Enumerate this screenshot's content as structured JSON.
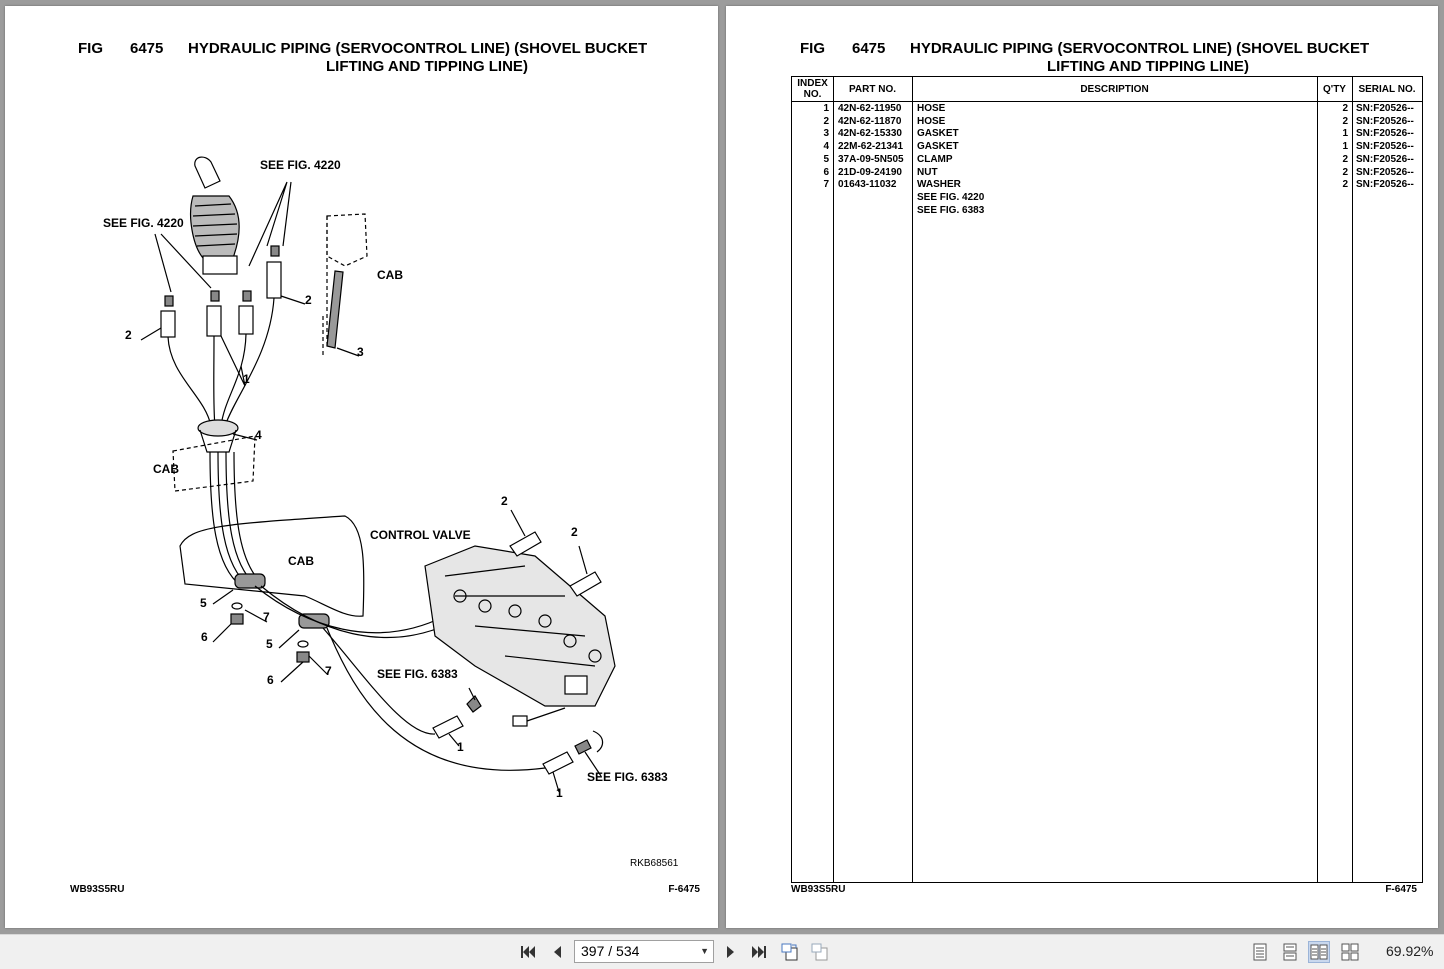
{
  "document": {
    "fig_label": "FIG",
    "fig_number": "6475",
    "title_line1": "HYDRAULIC PIPING (SERVOCONTROL LINE) (SHOVEL BUCKET",
    "title_line2": "LIFTING AND TIPPING LINE)",
    "model": "WB93S5RU",
    "page_ref": "F-6475",
    "drawing_id": "RKB68561"
  },
  "diagram_labels": {
    "see_fig_4220": "SEE FIG. 4220",
    "see_fig_6383": "SEE FIG. 6383",
    "cab": "CAB",
    "control_valve": "CONTROL VALVE"
  },
  "callouts": {
    "c1": "1",
    "c2": "2",
    "c3": "3",
    "c4": "4",
    "c5": "5",
    "c6": "6",
    "c7": "7"
  },
  "table": {
    "headers": {
      "index": "INDEX NO.",
      "part": "PART NO.",
      "description": "DESCRIPTION",
      "qty": "Q'TY",
      "serial": "SERIAL NO."
    },
    "rows": [
      {
        "index": "1",
        "part": "42N-62-11950",
        "description": "HOSE",
        "qty": "2",
        "serial": "SN:F20526--"
      },
      {
        "index": "2",
        "part": "42N-62-11870",
        "description": "HOSE",
        "qty": "2",
        "serial": "SN:F20526--"
      },
      {
        "index": "3",
        "part": "42N-62-15330",
        "description": "GASKET",
        "qty": "1",
        "serial": "SN:F20526--"
      },
      {
        "index": "4",
        "part": "22M-62-21341",
        "description": "GASKET",
        "qty": "1",
        "serial": "SN:F20526--"
      },
      {
        "index": "5",
        "part": "37A-09-5N505",
        "description": "CLAMP",
        "qty": "2",
        "serial": "SN:F20526--"
      },
      {
        "index": "6",
        "part": "21D-09-24190",
        "description": "NUT",
        "qty": "2",
        "serial": "SN:F20526--"
      },
      {
        "index": "7",
        "part": "01643-11032",
        "description": "WASHER",
        "qty": "2",
        "serial": "SN:F20526--"
      },
      {
        "index": "",
        "part": "",
        "description": "SEE FIG. 4220",
        "qty": "",
        "serial": ""
      },
      {
        "index": "",
        "part": "",
        "description": "SEE FIG. 6383",
        "qty": "",
        "serial": ""
      }
    ]
  },
  "toolbar": {
    "page_indicator": "397 / 534",
    "zoom": "69.92%",
    "icons": [
      "first-page-icon",
      "prev-page-icon",
      "next-page-icon",
      "last-page-icon",
      "rotate-icon",
      "rotate-back-icon",
      "single-page-icon",
      "continuous-icon",
      "two-page-icon",
      "two-page-continuous-icon"
    ]
  }
}
